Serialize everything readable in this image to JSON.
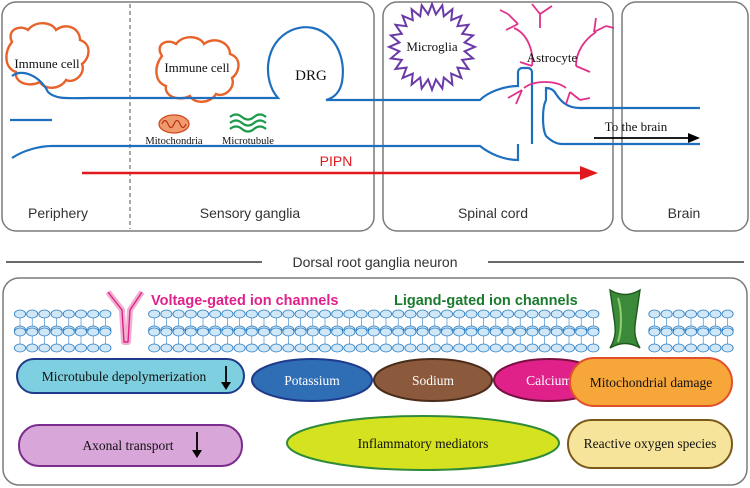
{
  "top_panel": {
    "cells": [
      "Immune cell",
      "Immune cell",
      "DRG",
      "Microglia",
      "Astrocyte"
    ],
    "organelles": [
      "Mitochondria",
      "Microtubule"
    ],
    "route_label": "To the brain",
    "pipn_label": "PIPN",
    "regions": [
      "Periphery",
      "Sensory ganglia",
      "Spinal cord",
      "Brain"
    ]
  },
  "divider_title": "Dorsal root ganglia neuron",
  "bottom_panel": {
    "voltage_label": "Voltage-gated ion channels",
    "ligand_label": "Ligand-gated ion channels",
    "pills": [
      {
        "text": "Microtubule depolymerization",
        "fill": "#7ecfdf",
        "stroke": "#1e3a8a",
        "arrow": "down"
      },
      {
        "text": "Potassium",
        "fill": "#2f6db5",
        "stroke": "#1e3a8a",
        "text_color": "#ffffff"
      },
      {
        "text": "Sodium",
        "fill": "#8b5a3c",
        "stroke": "#4a2c1a",
        "text_color": "#ffffff"
      },
      {
        "text": "Calcium",
        "fill": "#e0218a",
        "stroke": "#7a1040",
        "text_color": "#ffffff"
      },
      {
        "text": "Mitochondrial damage",
        "fill": "#f7a73a",
        "stroke": "#e0502a"
      },
      {
        "text": "Axonal transport",
        "fill": "#d9a6d9",
        "stroke": "#7b2d8e",
        "arrow": "down"
      },
      {
        "text": "Inflammatory mediators",
        "fill": "#d4e21f",
        "stroke": "#2e8b3a"
      },
      {
        "text": "Reactive oxygen species",
        "fill": "#f6e49a",
        "stroke": "#7a5a1a"
      }
    ]
  },
  "colors": {
    "axon": "#1f6fbf",
    "immune": "#e8632a",
    "microglia": "#6a3aa8",
    "astrocyte": "#e0318a",
    "pipn": "#e0191e",
    "voltage": "#e0218a",
    "ligand": "#1a7a2e",
    "membrane_fill": "#cfe7f7",
    "membrane_stroke": "#2b7cc0"
  }
}
